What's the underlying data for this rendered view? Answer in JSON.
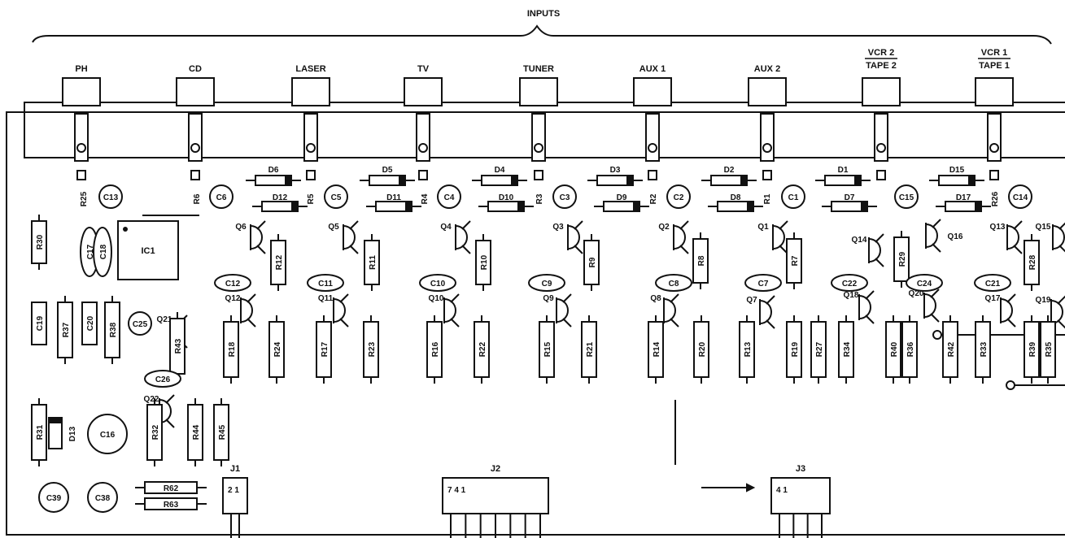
{
  "title": "INPUTS",
  "jacks": [
    {
      "label": "PH"
    },
    {
      "label": "CD"
    },
    {
      "label": "LASER"
    },
    {
      "label": "TV"
    },
    {
      "label": "TUNER"
    },
    {
      "label": "AUX 1"
    },
    {
      "label": "AUX 2"
    },
    {
      "label": "VCR 2",
      "label2": "TAPE 2"
    },
    {
      "label": "VCR 1",
      "label2": "TAPE 1"
    }
  ],
  "row_top_resistors": [
    "R25",
    "R6",
    "R5",
    "R4",
    "R3",
    "R2",
    "R1",
    "R26"
  ],
  "row_top_caps": [
    "C13",
    "C6",
    "C5",
    "C4",
    "C3",
    "C2",
    "C1",
    "C15",
    "C14"
  ],
  "diodes_top": [
    "D6",
    "D5",
    "D4",
    "D3",
    "D2",
    "D1",
    "D15"
  ],
  "diodes_bottom": [
    "D12",
    "D11",
    "D10",
    "D9",
    "D8",
    "D7",
    "D17"
  ],
  "ic": {
    "label": "IC1"
  },
  "oval_caps_vertical": [
    "C17",
    "C18"
  ],
  "transistors_row1": [
    "Q6",
    "Q5",
    "Q4",
    "Q3",
    "Q2",
    "Q1",
    "Q14",
    "Q16",
    "Q13",
    "Q15"
  ],
  "resistors_row1": [
    "R12",
    "R11",
    "R10",
    "R9",
    "R8",
    "R7",
    "R29",
    "R28"
  ],
  "caps_row2": [
    "C12",
    "C11",
    "C10",
    "C9",
    "C8",
    "C7",
    "C22",
    "C24",
    "C21"
  ],
  "transistors_row2": [
    "Q12",
    "Q11",
    "Q10",
    "Q9",
    "Q8",
    "Q7",
    "Q18",
    "Q20",
    "Q17",
    "Q19",
    "Q21",
    "Q22"
  ],
  "resistors_row2": [
    "R18",
    "R24",
    "R17",
    "R23",
    "R16",
    "R22",
    "R15",
    "R21",
    "R14",
    "R20",
    "R13",
    "R19",
    "R27",
    "R34",
    "R40",
    "R36",
    "R42",
    "R33",
    "R39",
    "R35"
  ],
  "left_resistors": [
    "R30",
    "R37",
    "R38",
    "R43",
    "R31",
    "R32",
    "R44",
    "R45"
  ],
  "left_caps": [
    "C19",
    "C20",
    "C25",
    "C26",
    "C16",
    "C39",
    "C38"
  ],
  "diode_left": "D13",
  "horizontal_resistors": [
    "R62",
    "R63"
  ],
  "connectors": [
    {
      "name": "J1",
      "pins": "2 1"
    },
    {
      "name": "J2",
      "pins": "7      4      1"
    },
    {
      "name": "J3",
      "pins": "4      1"
    }
  ],
  "colors": {
    "ink": "#111111",
    "paper": "#ffffff"
  }
}
